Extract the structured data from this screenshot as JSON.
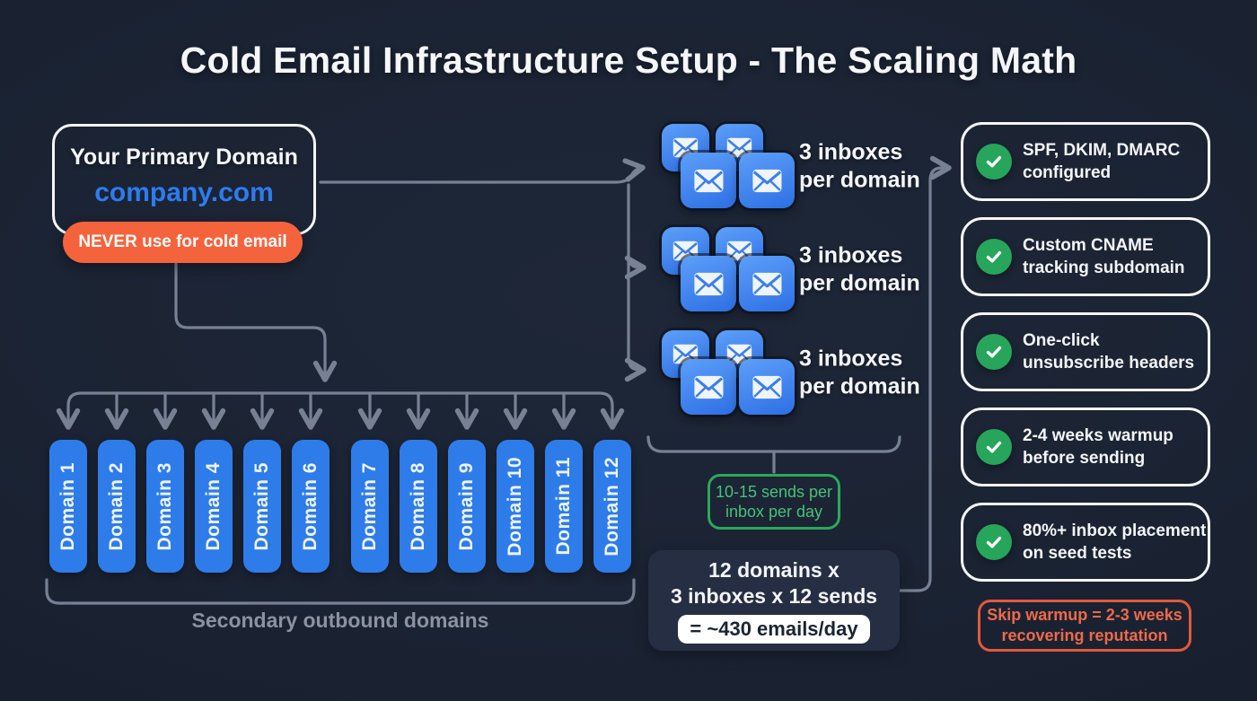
{
  "title": "Cold Email Infrastructure Setup - The Scaling Math",
  "colors": {
    "bg": "#1a2232",
    "bg-deep": "#121927",
    "line": "#818c9e",
    "white": "#f4f6fa",
    "pill-blue": "#2e7ce9",
    "icon-blue-top": "#5d9ff9",
    "icon-blue-bot": "#2d6fe4",
    "domain-blue": "#2e7bf0",
    "orange": "#f5633d",
    "green-border": "#2aa85c",
    "green-text": "#46c278",
    "check-green": "#27a55b",
    "calc-bg": "#262e43",
    "result-text": "#1b2433",
    "warn-orange": "#e2593b",
    "warn-text": "#ef6a48",
    "muted": "#8b93a2"
  },
  "primary": {
    "heading": "Your Primary Domain",
    "domain": "company.com",
    "warning": "NEVER use for cold email"
  },
  "domains": {
    "items": [
      "Domain 1",
      "Domain 2",
      "Domain 3",
      "Domain 4",
      "Domain 5",
      "Domain 6",
      "Domain 7",
      "Domain 8",
      "Domain 9",
      "Domain 10",
      "Domain 11",
      "Domain 12"
    ],
    "caption": "Secondary outbound domains"
  },
  "clusters": [
    {
      "line1": "3 inboxes",
      "line2": "per domain"
    },
    {
      "line1": "3 inboxes",
      "line2": "per domain"
    },
    {
      "line1": "3 inboxes",
      "line2": "per domain"
    }
  ],
  "sends_note": {
    "line1": "10-15 sends per",
    "line2": "inbox per day"
  },
  "calc": {
    "line1": "12 domains x",
    "line2": "3 inboxes x 12 sends",
    "result": "= ~430 emails/day"
  },
  "checklist": [
    {
      "line1": "SPF, DKIM, DMARC",
      "line2": "configured"
    },
    {
      "line1": "Custom CNAME",
      "line2": "tracking subdomain"
    },
    {
      "line1": "One-click",
      "line2": "unsubscribe headers"
    },
    {
      "line1": "2-4 weeks warmup",
      "line2": "before sending"
    },
    {
      "line1": "80%+ inbox placement",
      "line2": "on seed tests"
    }
  ],
  "warning_box": {
    "line1": "Skip warmup = 2-3 weeks",
    "line2": "recovering reputation"
  }
}
